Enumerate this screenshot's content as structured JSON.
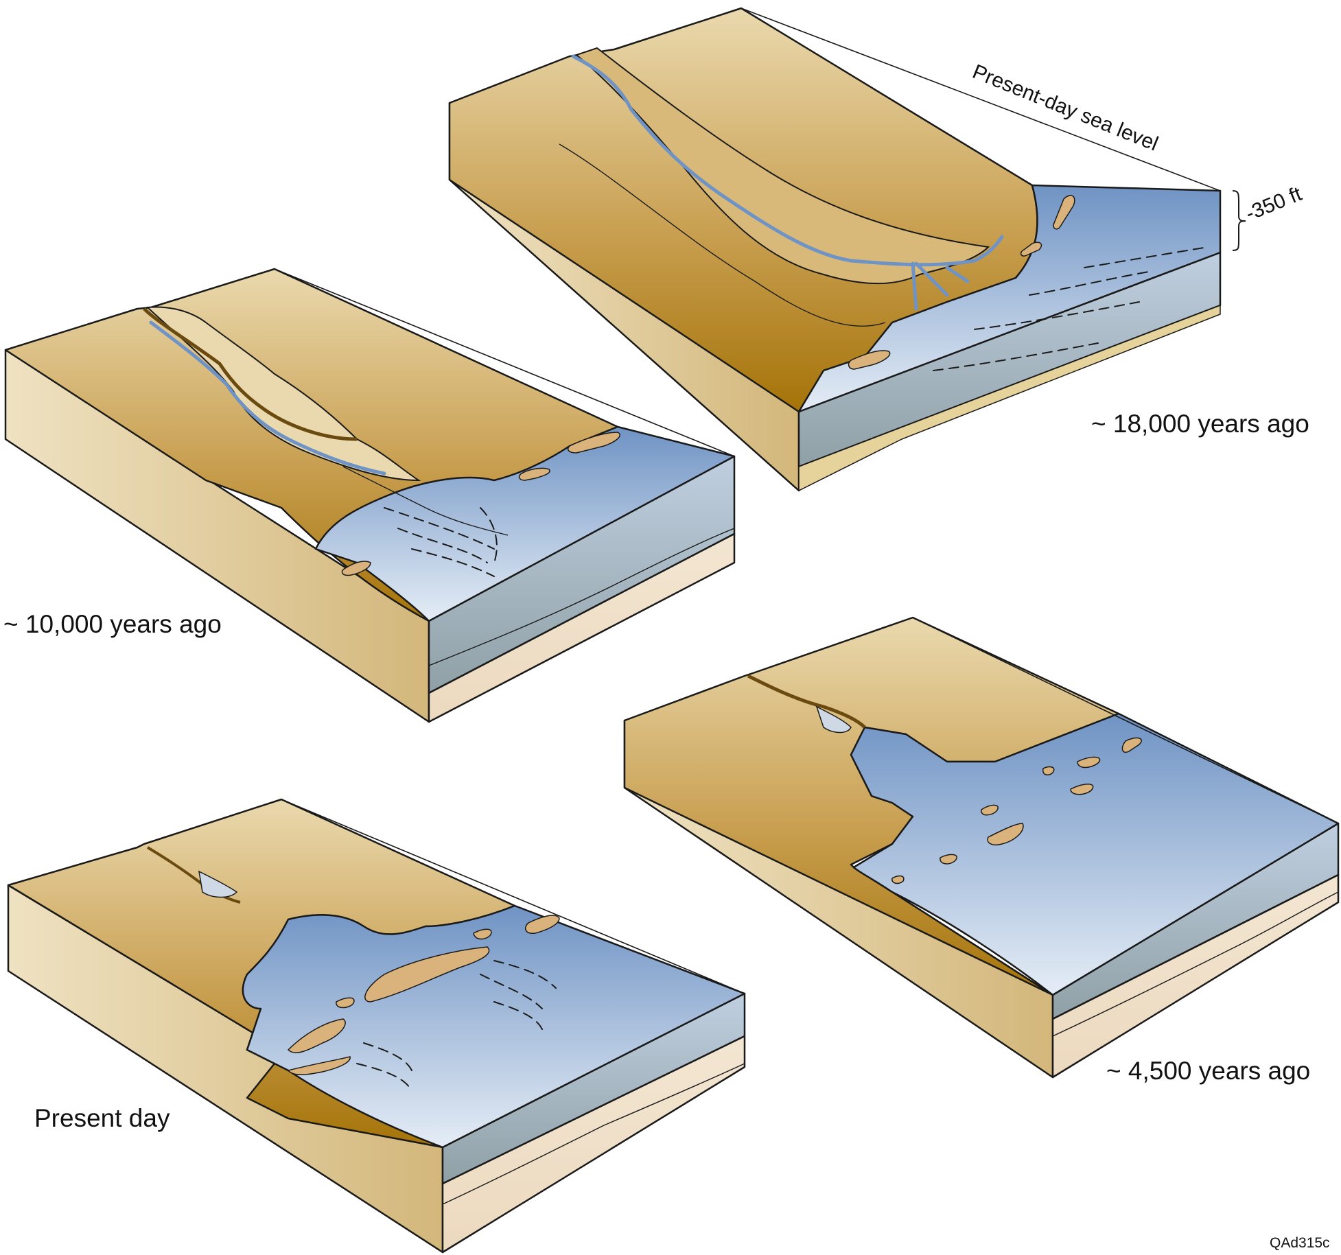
{
  "figure": {
    "code": "QAd315c",
    "sea_level_label": "Present-day sea level",
    "depth_label": "-350 ft"
  },
  "panels": [
    {
      "caption": "~ 18,000 years ago"
    },
    {
      "caption": "~ 10,000 years ago"
    },
    {
      "caption": "~ 4,500 years ago"
    },
    {
      "caption": "Present day"
    }
  ],
  "colors": {
    "land_dark": "#a57308",
    "land_light": "#e6d7ae",
    "block_side": "#d5bc83",
    "water_deep": "#6f93c4",
    "water_light": "#e5edf6",
    "sediment": "#f0dfc8",
    "barrier_island": "#d9b37b"
  }
}
